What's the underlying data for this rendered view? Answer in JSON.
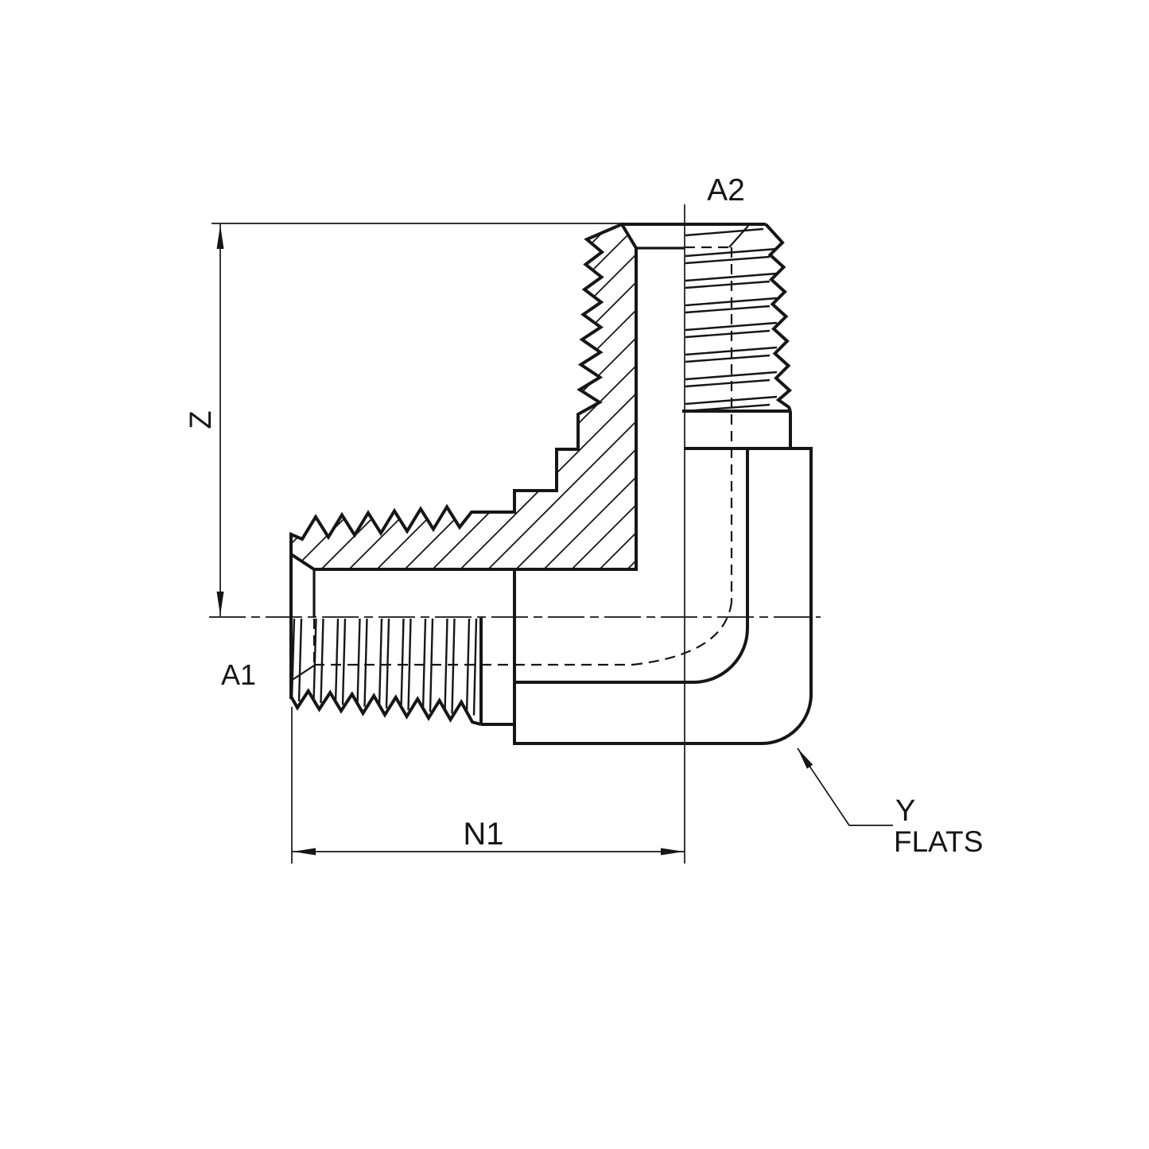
{
  "labels": {
    "port_left": "A1",
    "port_top": "A2",
    "dim_vertical": "Z",
    "dim_horizontal": "N1",
    "flats_line1": "Y",
    "flats_line2": "FLATS"
  },
  "colors": {
    "background": "#ffffff",
    "line": "#161616"
  }
}
